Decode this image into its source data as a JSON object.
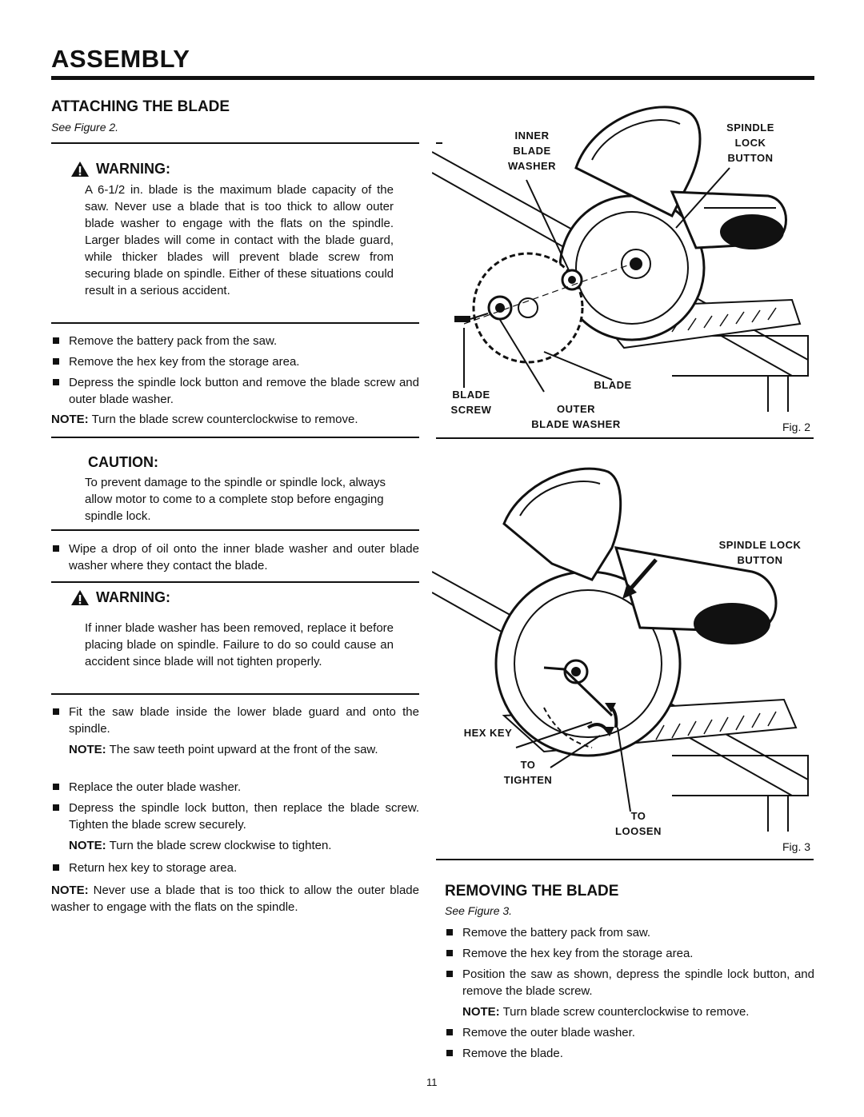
{
  "header": {
    "title": "ASSEMBLY"
  },
  "attaching": {
    "title": "ATTACHING THE BLADE",
    "see_figure": "See Figure 2.",
    "warning1": {
      "label": "WARNING:",
      "text": "A 6-1/2 in. blade is the maximum blade capacity of the saw. Never use a blade that is too thick to allow outer blade washer to engage with the flats on the spindle. Larger blades will come in contact with the blade guard, while thicker blades will prevent blade screw from securing blade on spindle. Either of these situations could result in a serious accident."
    },
    "steps1": [
      "Remove the battery pack from the saw.",
      "Remove the hex key from the storage area.",
      "Depress the spindle lock button and remove the blade screw and outer blade washer."
    ],
    "note1": {
      "label": "NOTE:",
      "text": " Turn the blade screw counterclockwise to remove."
    },
    "caution": {
      "label": "CAUTION:",
      "text": "To prevent damage to the spindle or spindle lock, always allow motor to come to a complete stop before engaging spindle lock."
    },
    "steps2": [
      "Wipe a drop of oil onto the inner blade washer and outer blade washer where they contact the blade."
    ],
    "warning2": {
      "label": "WARNING:",
      "text": "If inner blade washer has been removed, replace it before placing blade on spindle. Failure to do so could cause an accident since blade will not tighten properly."
    },
    "step_fit": "Fit the saw blade inside the lower blade guard and onto the spindle.",
    "note2": {
      "label": "NOTE:",
      "text": " The saw teeth point upward at the front of the saw."
    },
    "step_replace": "Replace the outer blade washer.",
    "step_depress": "Depress the spindle lock button, then replace the blade screw. Tighten the blade screw securely.",
    "note3": {
      "label": "NOTE:",
      "text": " Turn the blade screw clockwise to tighten."
    },
    "step_return": "Return hex key to storage area.",
    "note4": {
      "label": "NOTE:",
      "text": " Never use a blade that is too thick to allow the outer blade washer to engage with the flats on the spindle."
    }
  },
  "fig2": {
    "caption": "Fig. 2",
    "labels": {
      "inner": "INNER",
      "blade_w": "BLADE",
      "washer": "WASHER",
      "spindle": "SPINDLE",
      "lock": "LOCK",
      "button": "BUTTON",
      "blade": "BLADE",
      "blade_s": "BLADE",
      "screw": "SCREW",
      "outer": "OUTER",
      "blade_washer": "BLADE WASHER"
    }
  },
  "fig3": {
    "caption": "Fig. 3",
    "labels": {
      "spindle_lock": "SPINDLE LOCK",
      "button": "BUTTON",
      "hex_key": "HEX KEY",
      "to1": "TO",
      "tighten": "TIGHTEN",
      "to2": "TO",
      "loosen": "LOOSEN"
    }
  },
  "removing": {
    "title": "REMOVING THE BLADE",
    "see_figure": "See Figure 3.",
    "steps1": [
      "Remove the battery pack from saw.",
      "Remove the hex key from the storage area.",
      "Position the saw as shown, depress the spindle lock button, and remove the blade screw."
    ],
    "note": {
      "label": "NOTE:",
      "text": " Turn blade screw counterclockwise to remove."
    },
    "steps2": [
      "Remove the outer blade washer.",
      "Remove the blade."
    ]
  },
  "page_number": "11"
}
